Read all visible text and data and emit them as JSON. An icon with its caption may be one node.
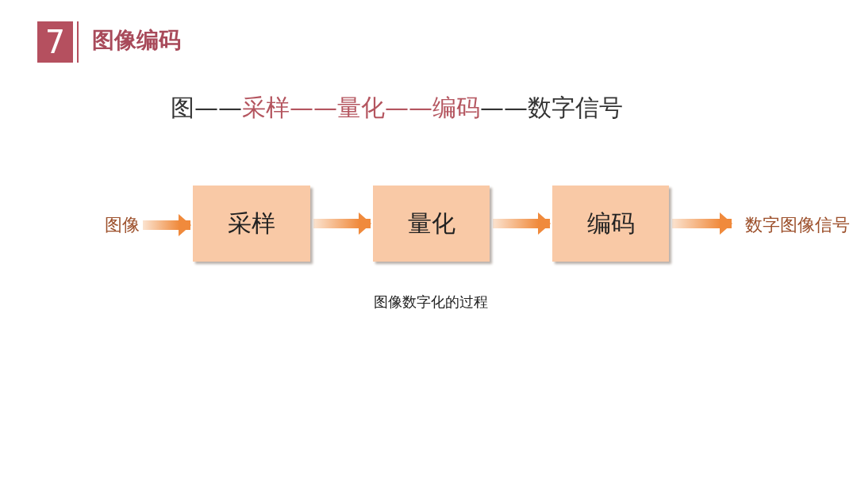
{
  "diagram": {
    "title": "图像编码",
    "nodes": [
      {
        "text": [
          "图像"
        ]
      },
      {
        "text": [
          "采样"
        ]
      },
      {
        "text": [
          "量化"
        ]
      },
      {
        "text": [
          "编码"
        ]
      },
      {
        "text": [
          "数字图像信号"
        ]
      }
    ],
    "edges": [
      {
        "from": 0,
        "to": 1,
        "arrow": "to"
      },
      {
        "from": 1,
        "to": 2,
        "arrow": "to"
      },
      {
        "from": 2,
        "to": 3,
        "arrow": "to"
      },
      {
        "from": 3,
        "to": 4,
        "arrow": "to"
      }
    ],
    "labels": [
      "7",
      "图",
      "——",
      "采样",
      "——",
      "量化",
      "——",
      "编码",
      "——",
      "数字信号",
      "图像数字化的过程"
    ]
  }
}
